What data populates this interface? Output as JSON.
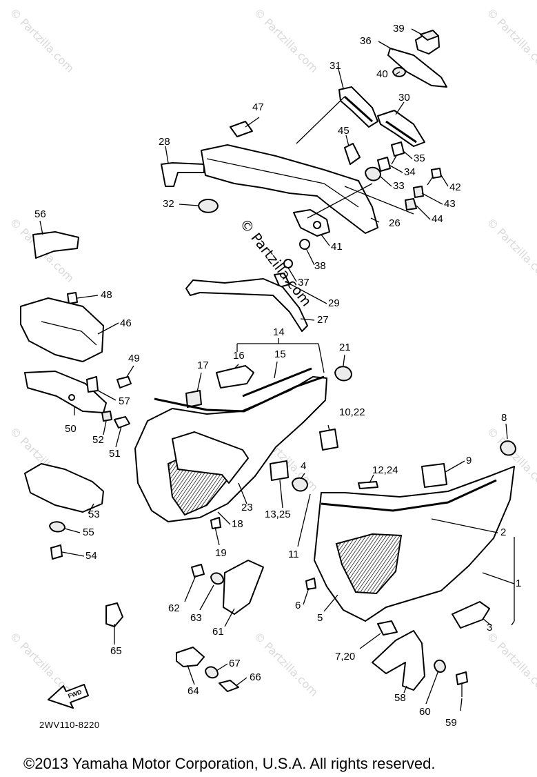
{
  "watermark_text": "© Partzilla.com",
  "center_watermark": "© Partzilla.com",
  "diagram_code": "2WV110-8220",
  "fwd_label": "FWD",
  "copyright": "©2013  Yamaha Motor Corporation, U.S.A. All rights reserved.",
  "callouts": {
    "c39": "39",
    "c36": "36",
    "c31": "31",
    "c40": "40",
    "c30": "30",
    "c47": "47",
    "c45": "45",
    "c28": "28",
    "c35": "35",
    "c34": "34",
    "c42": "42",
    "c33": "33",
    "c43": "43",
    "c32": "32",
    "c44": "44",
    "c26": "26",
    "c56": "56",
    "c41": "41",
    "c38": "38",
    "c37": "37",
    "c29": "29",
    "c48": "48",
    "c27": "27",
    "c46": "46",
    "c14": "14",
    "c16": "16",
    "c15": "15",
    "c21": "21",
    "c49": "49",
    "c17": "17",
    "c57": "57",
    "c10_22": "10,22",
    "c8": "8",
    "c50": "50",
    "c52": "52",
    "c51": "51",
    "c9": "9",
    "c12_24": "12,24",
    "c4": "4",
    "c53": "53",
    "c23": "23",
    "c13_25": "13,25",
    "c18": "18",
    "c2": "2",
    "c55": "55",
    "c19": "19",
    "c11": "11",
    "c54": "54",
    "c1": "1",
    "c62": "62",
    "c63": "63",
    "c6": "6",
    "c5": "5",
    "c61": "61",
    "c3": "3",
    "c65": "65",
    "c7_20": "7,20",
    "c67": "67",
    "c66": "66",
    "c64": "64",
    "c58": "58",
    "c60": "60",
    "c59": "59"
  }
}
